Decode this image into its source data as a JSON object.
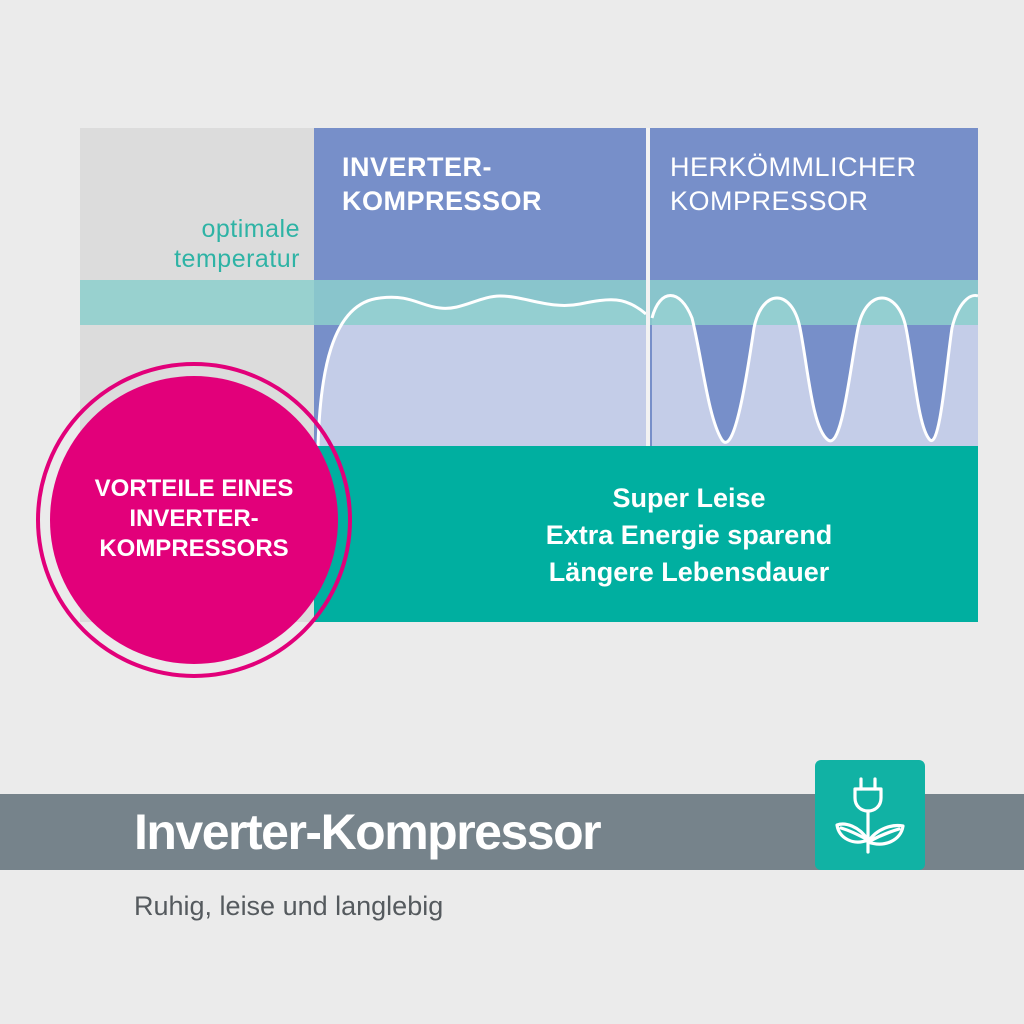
{
  "diagram": {
    "left_label_lines": [
      "optimale",
      "temperatur"
    ],
    "inverter_header_lines": [
      "INVERTER-",
      "KOMPRESSOR"
    ],
    "conventional_header_lines": [
      "HERKÖMMLICHER",
      "KOMPRESSOR"
    ],
    "benefits": [
      "Super Leise",
      "Extra Energie sparend",
      "Längere Lebensdauer"
    ],
    "badge_lines": [
      "VORTEILE EINES",
      "INVERTER-",
      "KOMPRESSORS"
    ],
    "colors": {
      "header_blue": "#778fc9",
      "band_teal": "#00afa0",
      "badge_pink": "#e2007a",
      "temp_band": "#8ccfcc"
    }
  },
  "footer": {
    "title": "Inverter-Kompressor",
    "subtitle": "Ruhig, leise und langlebig",
    "icon": "plug-leaves-eco-icon"
  }
}
